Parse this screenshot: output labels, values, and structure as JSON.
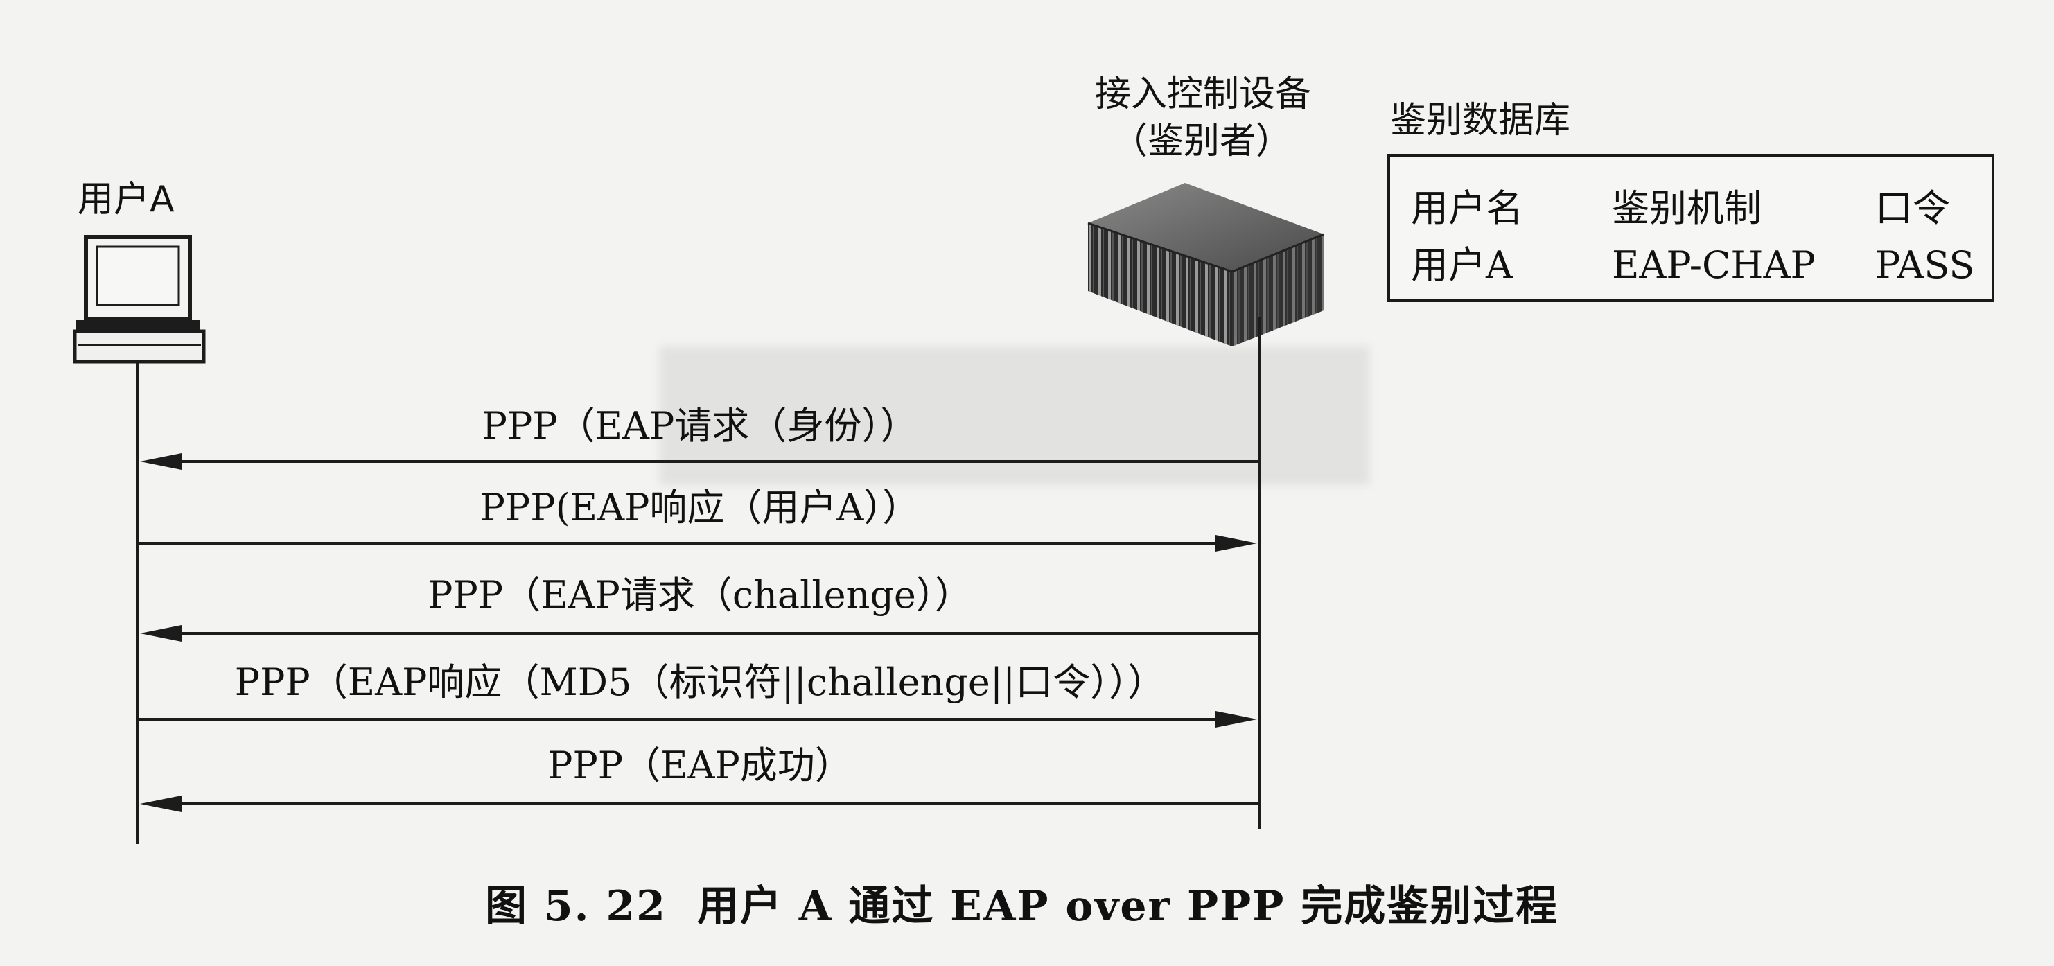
{
  "actors": {
    "client": {
      "name": "用户A",
      "icon": "computer-icon"
    },
    "server": {
      "name_line1": "接入控制设备",
      "name_line2": "（鉴别者）",
      "icon": "server-rack-icon"
    }
  },
  "database": {
    "title": "鉴别数据库",
    "headers": [
      "用户名",
      "鉴别机制",
      "口令"
    ],
    "rows": [
      [
        "用户A",
        "EAP-CHAP",
        "PASS"
      ]
    ]
  },
  "messages": [
    {
      "text": "PPP（EAP请求（身份））",
      "direction": "server-to-client"
    },
    {
      "text": "PPP(EAP响应（用户A））",
      "direction": "client-to-server"
    },
    {
      "text": "PPP（EAP请求（challenge））",
      "direction": "server-to-client"
    },
    {
      "text": "PPP（EAP响应（MD5（标识符||challenge||口令）））",
      "direction": "client-to-server"
    },
    {
      "text": "PPP（EAP成功）",
      "direction": "server-to-client"
    }
  ],
  "caption": {
    "number": "图 5. 22",
    "text": "用户 A 通过 EAP over PPP 完成鉴别过程"
  },
  "colors": {
    "line": "#1c1c1c",
    "background": "#f3f3f1",
    "server_dark": "#2a2a2a"
  }
}
